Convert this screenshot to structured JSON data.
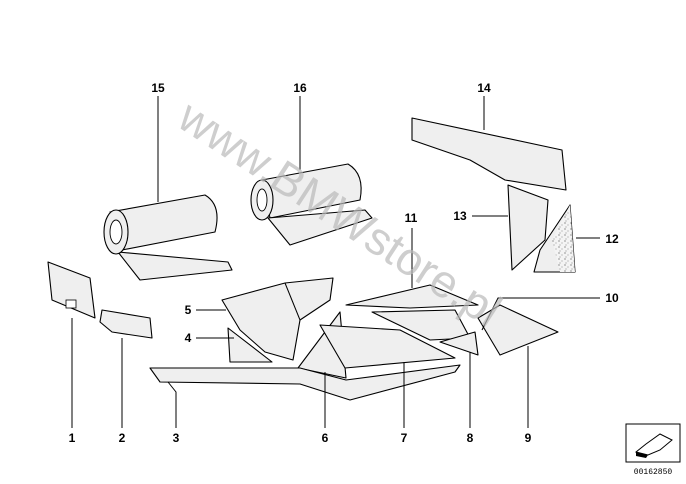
{
  "diagram": {
    "labels": [
      "1",
      "2",
      "3",
      "4",
      "5",
      "6",
      "7",
      "8",
      "9",
      "10",
      "11",
      "12",
      "13",
      "14",
      "15",
      "16"
    ]
  },
  "watermark": "www.BMWstore.pl",
  "footer": {
    "code": "00162850"
  }
}
